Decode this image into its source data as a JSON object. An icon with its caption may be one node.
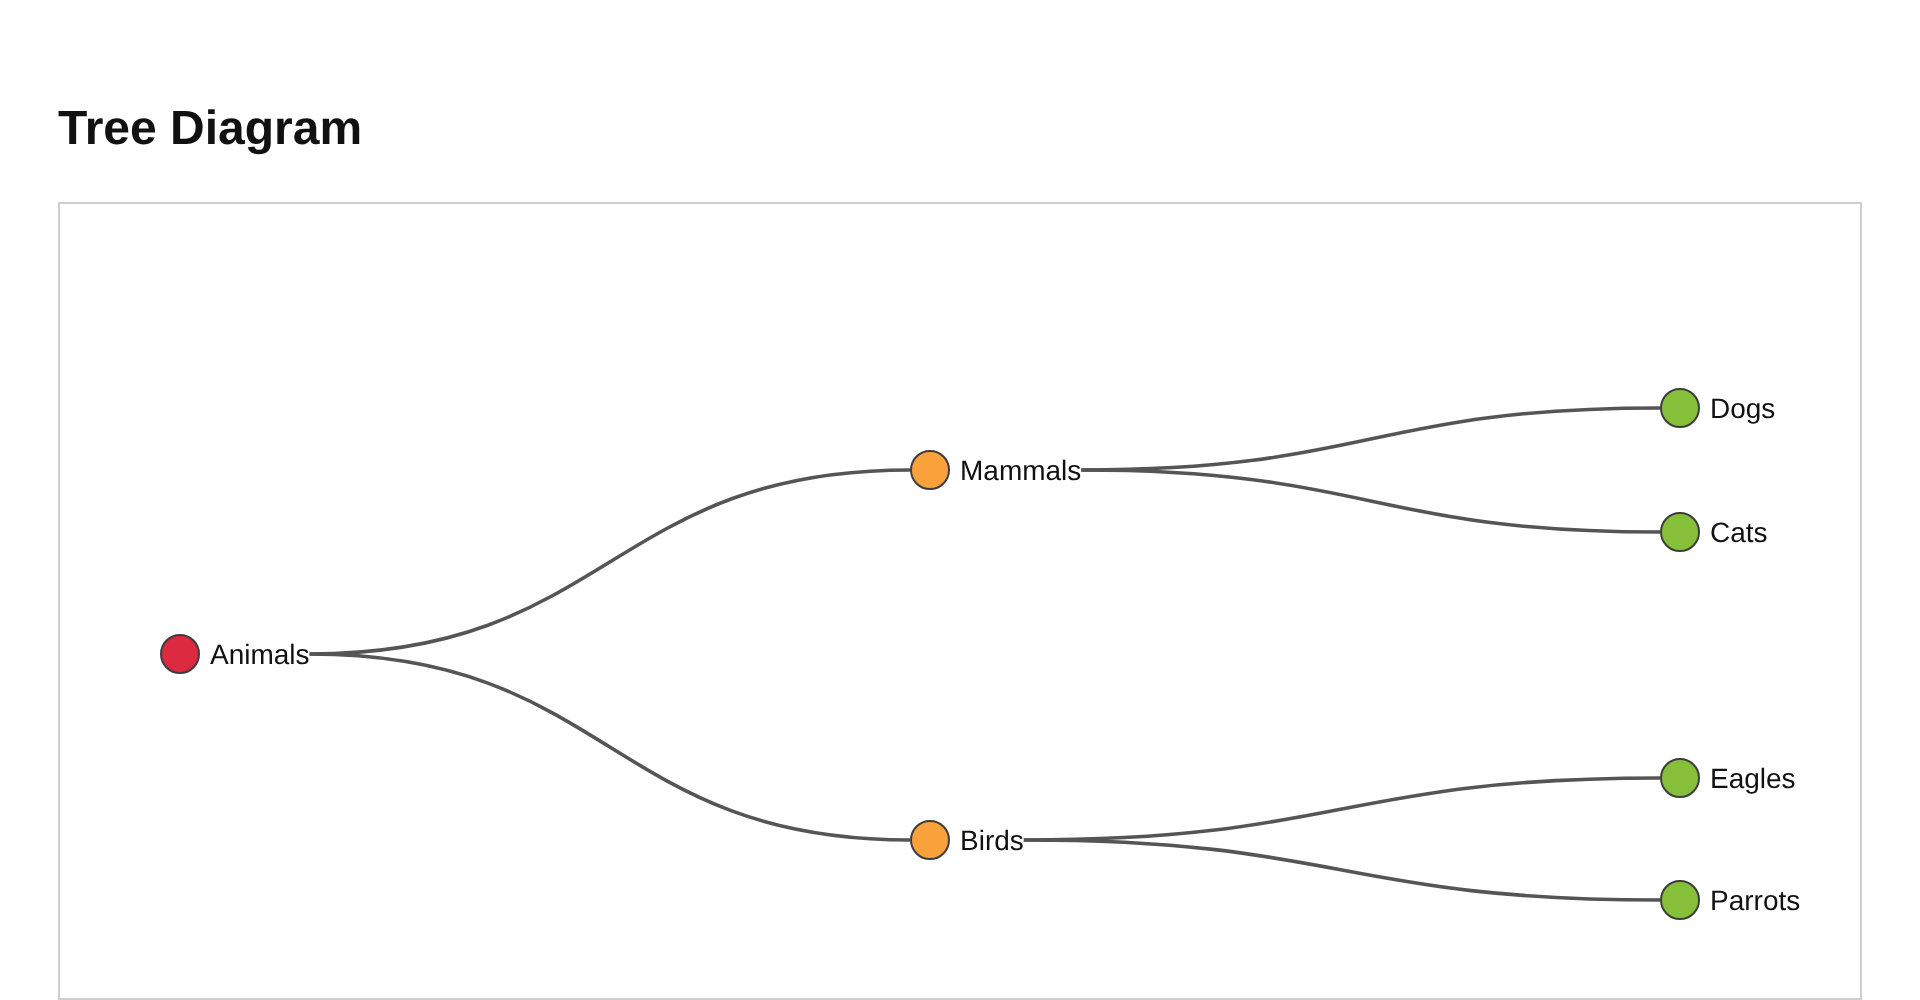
{
  "diagram": {
    "title": "Tree Diagram",
    "nodes": [
      {
        "text": [
          "Animals"
        ]
      },
      {
        "text": [
          "Mammals"
        ]
      },
      {
        "text": [
          "Birds"
        ]
      },
      {
        "text": [
          "Dogs"
        ]
      },
      {
        "text": [
          "Cats"
        ]
      },
      {
        "text": [
          "Eagles"
        ]
      },
      {
        "text": [
          "Parrots"
        ]
      }
    ],
    "edges": [
      {
        "from": 0,
        "to": 1,
        "arrow": "none"
      },
      {
        "from": 0,
        "to": 2,
        "arrow": "none"
      },
      {
        "from": 1,
        "to": 3,
        "arrow": "none"
      },
      {
        "from": 1,
        "to": 4,
        "arrow": "none"
      },
      {
        "from": 2,
        "to": 5,
        "arrow": "none"
      },
      {
        "from": 2,
        "to": 6,
        "arrow": "none"
      }
    ]
  }
}
